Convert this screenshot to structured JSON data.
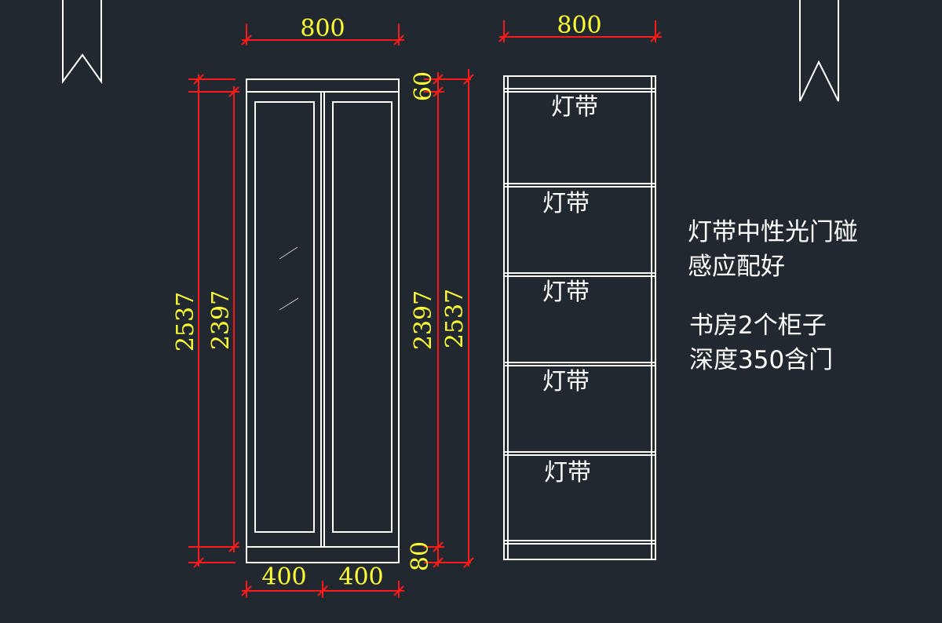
{
  "front_view": {
    "width_total": "800",
    "width_left": "400",
    "width_right": "400",
    "height_total_left": "2537",
    "height_inner_left": "2397",
    "height_inner_right": "2397",
    "height_total_right": "2537",
    "top_gap": "60",
    "bottom_gap": "80"
  },
  "side_view": {
    "width_total": "800",
    "shelf_labels": [
      "灯带",
      "灯带",
      "灯带",
      "灯带",
      "灯带"
    ]
  },
  "notes": {
    "line1": "灯带中性光门碰",
    "line2": "感应配好",
    "line3": "书房2个柜子",
    "line4": "深度350含门"
  },
  "colors": {
    "background": "#212830",
    "linework": "#ffffff",
    "dimension_lines": "#ff1a1a",
    "dimension_text": "#ffff33"
  }
}
